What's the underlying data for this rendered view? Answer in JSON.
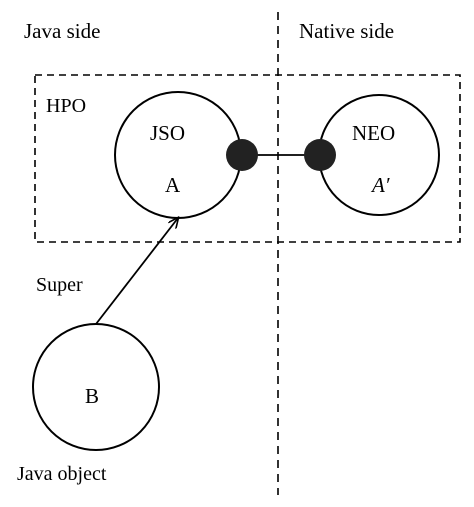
{
  "sides": {
    "java": "Java side",
    "native": "Native side"
  },
  "hpo": {
    "label": "HPO"
  },
  "jso": {
    "name": "JSO",
    "class": "A"
  },
  "neo": {
    "name": "NEO",
    "class": "A′"
  },
  "super": {
    "label": "Super"
  },
  "java_object": {
    "class": "B",
    "caption": "Java object"
  },
  "colors": {
    "stroke": "#000000",
    "dot": "#222222",
    "background": "#ffffff"
  }
}
